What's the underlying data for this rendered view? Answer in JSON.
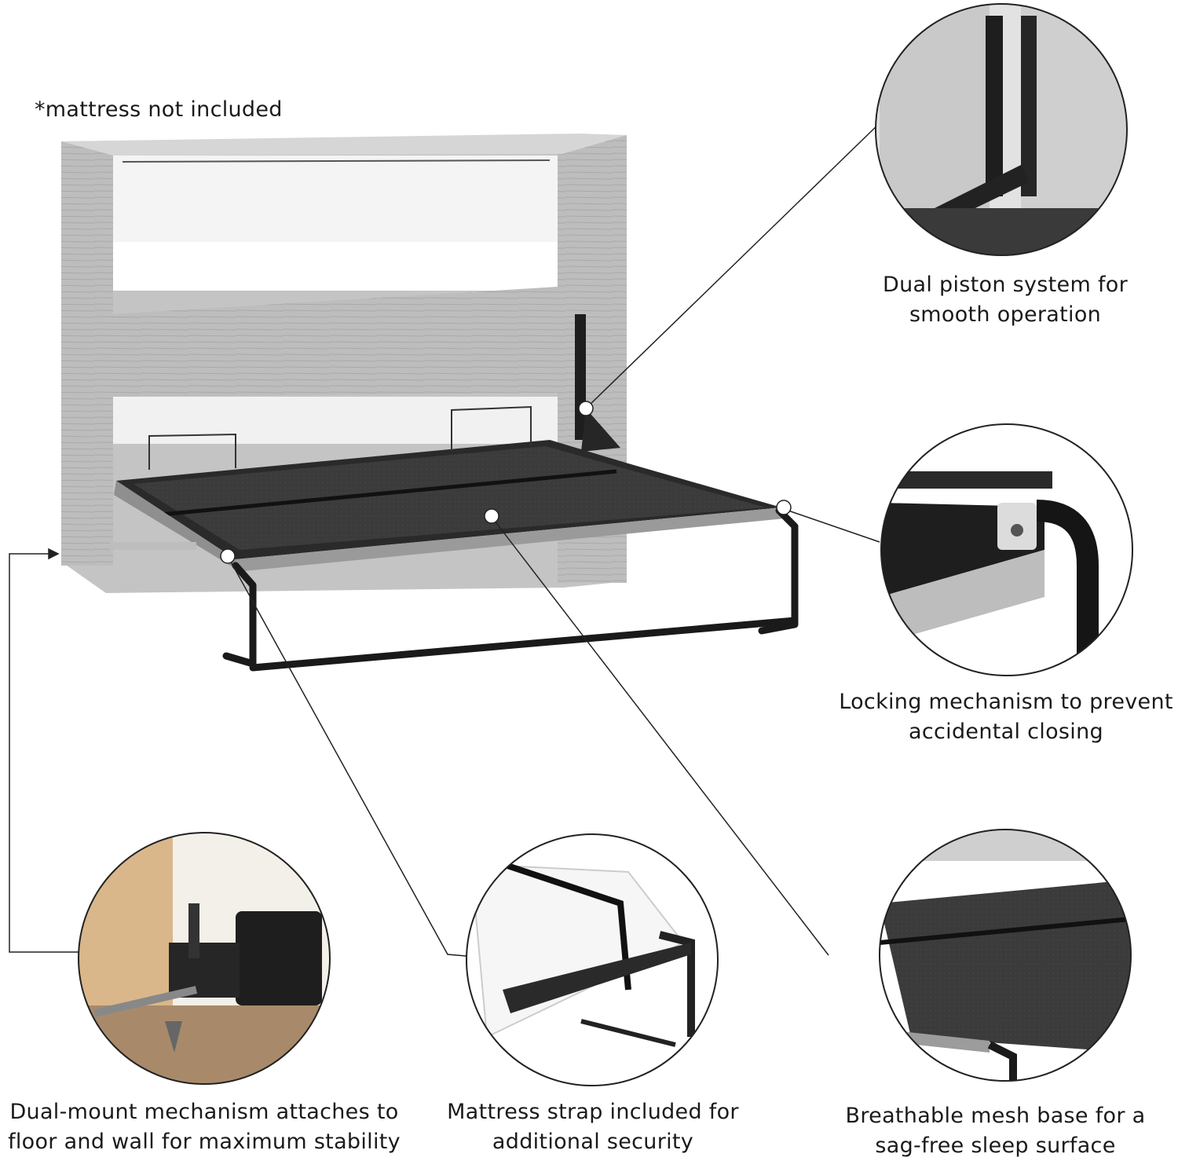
{
  "note": "*mattress not included",
  "callouts": {
    "piston": {
      "line1": "Dual piston system for",
      "line2": "smooth operation"
    },
    "lock": {
      "line1": "Locking mechanism to prevent",
      "line2": "accidental closing"
    },
    "mount": {
      "line1": "Dual-mount mechanism attaches to",
      "line2": "floor and wall for maximum stability"
    },
    "strap": {
      "line1": "Mattress strap included for",
      "line2": "additional security"
    },
    "mesh": {
      "line1": "Breathable mesh base for a",
      "line2": "sag-free sleep surface"
    }
  },
  "colors": {
    "wood_gray": "#b9b9b9",
    "wood_light": "#cfcfcf",
    "mesh_dark": "#3a3a3a",
    "metal_black": "#1c1c1c",
    "line": "#222222"
  }
}
